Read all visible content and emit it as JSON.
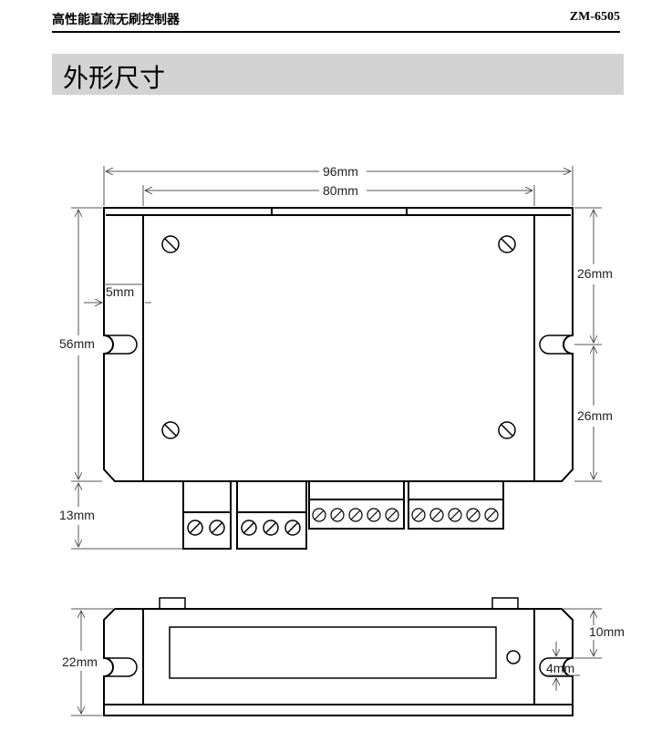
{
  "header": {
    "title": "高性能直流无刷控制器",
    "model": "ZM-6505"
  },
  "section": {
    "title": "外形尺寸"
  },
  "dimensions": {
    "overall_width": "96mm",
    "inner_width": "80mm",
    "margin": "5mm",
    "height": "56mm",
    "upper_hole": "26mm",
    "lower_hole": "26mm",
    "terminal_height": "13mm",
    "side_height": "22mm",
    "side_upper": "10mm",
    "side_slot": "4mm"
  }
}
